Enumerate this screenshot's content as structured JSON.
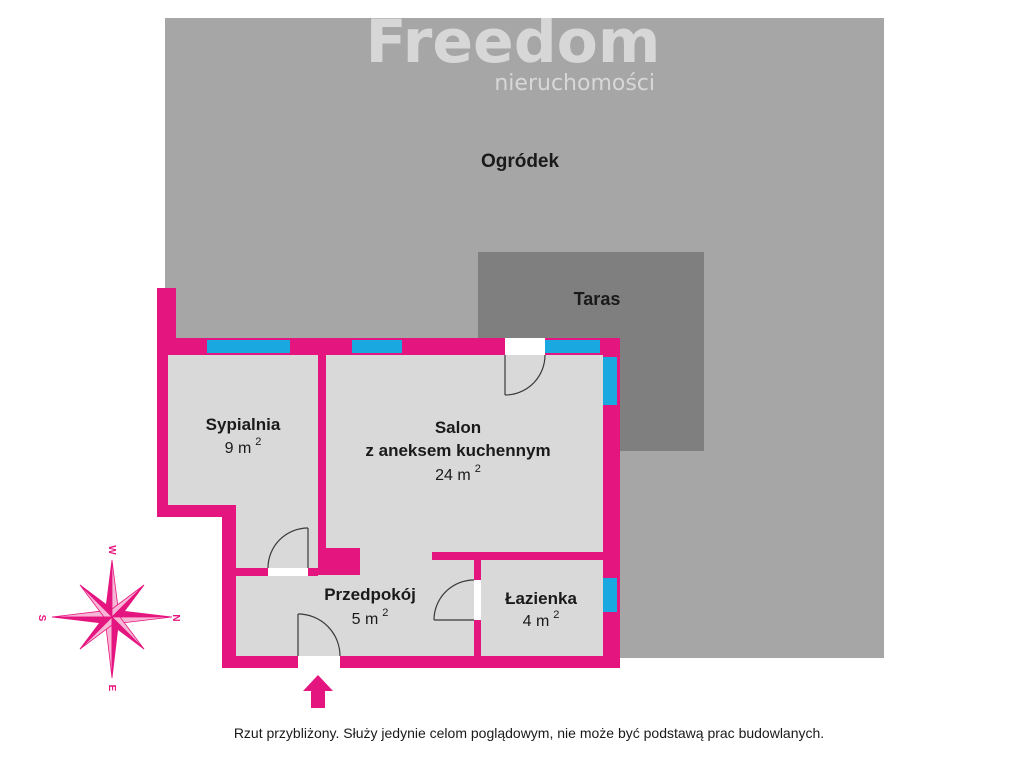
{
  "brand": {
    "name": "Freedom",
    "tagline": "nieruchomości"
  },
  "outdoor": {
    "garden": "Ogródek",
    "terrace": "Taras"
  },
  "rooms": {
    "bedroom": {
      "name": "Sypialnia",
      "area": "9 m",
      "unit_power": "2"
    },
    "living": {
      "name_line1": "Salon",
      "name_line2": "z aneksem kuchennym",
      "area": "24 m",
      "unit_power": "2"
    },
    "hall": {
      "name": "Przedpokój",
      "area": "5 m",
      "unit_power": "2"
    },
    "bathroom": {
      "name": "Łazienka",
      "area": "4 m",
      "unit_power": "2"
    }
  },
  "compass": {
    "top": "W",
    "right": "N",
    "left": "S",
    "bottom": "E"
  },
  "disclaimer": "Rzut przybliżony. Służy jedynie celom poglądowym, nie może być podstawą prac budowlanych.",
  "colors": {
    "wall": "#e5157f",
    "wall_light": "#f7b6d6",
    "window": "#1aa8e0",
    "garden": "#a6a6a6",
    "terrace": "#7f7f7f",
    "floor": "#d9d9d9"
  }
}
